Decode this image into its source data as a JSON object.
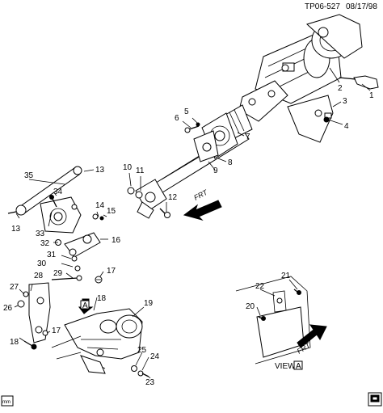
{
  "header": {
    "ref": "TP06-527",
    "date": "08/17/98"
  },
  "callouts": [
    "1",
    "2",
    "3",
    "4",
    "5",
    "6",
    "7",
    "8",
    "9",
    "10",
    "11",
    "12",
    "13",
    "14",
    "15",
    "16",
    "17",
    "18",
    "19",
    "20",
    "21",
    "22",
    "23",
    "24",
    "25",
    "26",
    "27",
    "28",
    "29",
    "30",
    "31",
    "32",
    "33",
    "34",
    "35",
    "13",
    "17",
    "18"
  ],
  "frt_labels": [
    "FRT",
    "FRT"
  ],
  "view_marker": {
    "text": "VIEW",
    "letter": "A"
  },
  "arrow_marker": {
    "letter": "A"
  },
  "footer": {
    "left_tag": "mm"
  }
}
